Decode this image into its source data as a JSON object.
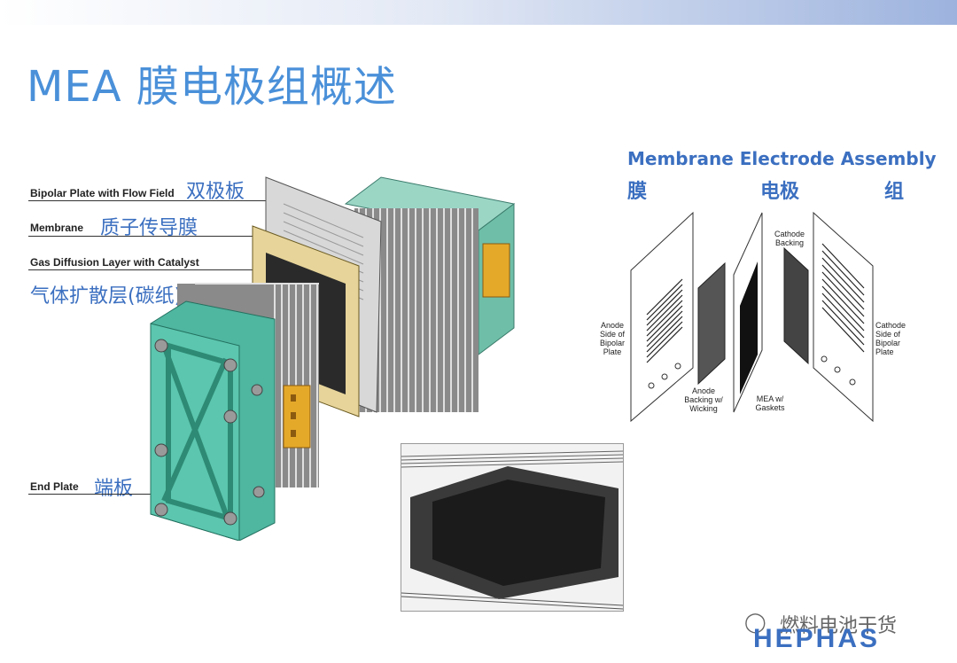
{
  "slide": {
    "title": "MEA 膜电极组概述"
  },
  "left_diagram": {
    "labels": [
      {
        "en": "Bipolar Plate with Flow Field",
        "zh": "双极板"
      },
      {
        "en": "Membrane",
        "zh": "质子传导膜"
      },
      {
        "en": "Gas Diffusion Layer with Catalyst",
        "zh": ""
      },
      {
        "en": "",
        "zh": "气体扩散层(碳纸)"
      },
      {
        "en": "End Plate",
        "zh": "端板"
      }
    ]
  },
  "right_diagram": {
    "heading_en": "Membrane Electrode Assembly",
    "heading_zh_1": "膜",
    "heading_zh_2": "电极",
    "heading_zh_3": "组",
    "parts": {
      "anode_bipolar": "Anode Side of Bipolar Plate",
      "anode_backing": "Anode Backing w/ Wicking",
      "mea": "MEA w/ Gaskets",
      "cathode_backing": "Cathode Backing",
      "cathode_bipolar": "Cathode Side of Bipolar Plate"
    }
  },
  "watermark": {
    "account": "燃料电池干货",
    "brand": "HEPHAS"
  },
  "colors": {
    "title": "#4a90d9",
    "label_zh": "#3b6fc0",
    "end_plate": "#4fb6a0",
    "frame": "#d9c48a"
  }
}
